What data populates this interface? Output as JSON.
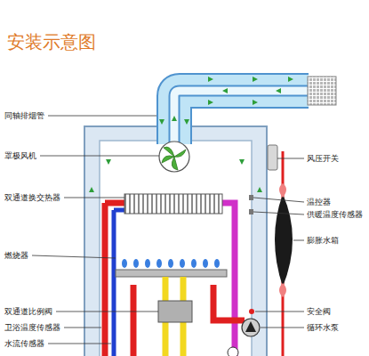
{
  "diagram": {
    "title": "安装示意图",
    "labels": [
      "同轴排烟管",
      "罩极风机",
      "双通道换交热器",
      "燃烧器",
      "双通道比例阀",
      "卫浴温度传感器",
      "水流传感器",
      "风压开关",
      "温控器",
      "供暖温度传感器",
      "膨胀水箱",
      "安全阀",
      "循环水泵"
    ]
  }
}
